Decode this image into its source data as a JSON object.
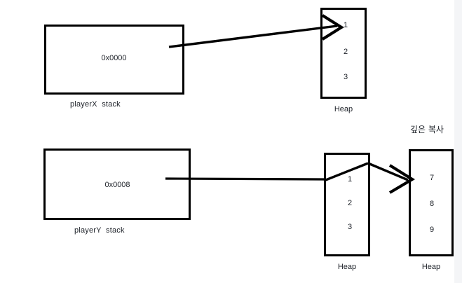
{
  "diagram": {
    "title": "shallow copy vs deep copy memory diagram",
    "stroke_color": "#000000",
    "background": "#ffffff",
    "text_color": "#20242b"
  },
  "rows": [
    {
      "id": "row-shallow",
      "stack": {
        "value": "0x0000",
        "caption": "playerX  stack"
      },
      "heaps": [
        {
          "id": "heap-top",
          "caption": "Heap",
          "cells": [
            "1",
            "2",
            "3"
          ]
        }
      ]
    },
    {
      "id": "row-deep",
      "stack": {
        "value": "0x0008",
        "caption": "playerY  stack"
      },
      "heaps": [
        {
          "id": "heap-source",
          "caption": "Heap",
          "cells": [
            "1",
            "2",
            "3"
          ]
        },
        {
          "id": "heap-copy",
          "caption": "Heap",
          "cells": [
            "7",
            "8",
            "9"
          ]
        }
      ],
      "annotation": "깊은 복사"
    }
  ],
  "labels": {
    "stack_x_value": "0x0000",
    "stack_x_caption": "playerX  stack",
    "stack_y_value": "0x0008",
    "stack_y_caption": "playerY  stack",
    "heap_top_caption": "Heap",
    "heap_source_caption": "Heap",
    "heap_copy_caption": "Heap",
    "heap_top_cell_1": "1",
    "heap_top_cell_2": "2",
    "heap_top_cell_3": "3",
    "heap_source_cell_1": "1",
    "heap_source_cell_2": "2",
    "heap_source_cell_3": "3",
    "heap_copy_cell_1": "7",
    "heap_copy_cell_2": "8",
    "heap_copy_cell_3": "9",
    "deep_copy_note": "깊은 복사"
  }
}
